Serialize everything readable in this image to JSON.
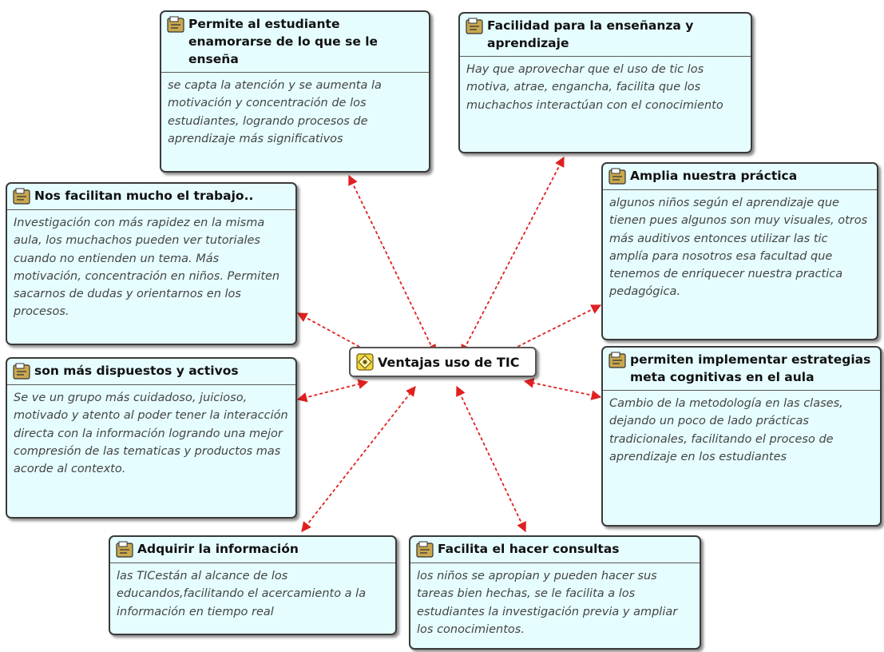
{
  "center": {
    "label": "Ventajas uso de TIC",
    "icon": "network-icon"
  },
  "nodes": [
    {
      "id": "enamorarse",
      "icon": "quotation-icon",
      "title": "Permite al estudiante enamorarse de lo que se le enseña",
      "body": "se capta la atención y se aumenta la motivación y concentración de los estudiantes, logrando procesos de aprendizaje más significativos"
    },
    {
      "id": "facilidad",
      "icon": "quotation-icon",
      "title": "Facilidad para la enseñanza y aprendizaje",
      "body": "Hay que aprovechar que el uso de tic los motiva, atrae, engancha, facilita que los muchachos interactúan con el conocimiento"
    },
    {
      "id": "trabajo",
      "icon": "quotation-icon",
      "title": "Nos facilitan mucho el trabajo..",
      "body": "Investigación con más rapidez en la misma aula, los muchachos pueden ver tutoriales cuando no entienden un tema. Más motivación, concentración en niños. Permiten sacarnos de dudas y orientarnos en los procesos."
    },
    {
      "id": "practica",
      "icon": "quotation-icon",
      "title": "Amplia nuestra práctica",
      "body": "algunos niños según el aprendizaje que tienen pues algunos son muy visuales, otros más auditivos entonces utilizar las tic amplía para nosotros esa facultad que tenemos de enriquecer nuestra practica pedagógica."
    },
    {
      "id": "dispuestos",
      "icon": "quotation-icon",
      "title": "son más dispuestos  y activos",
      "body": "Se ve un grupo más cuidadoso, juicioso, motivado y atento al poder tener la interacción directa con la información logrando una mejor compresión de las tematicas y productos mas acorde al contexto."
    },
    {
      "id": "metacognitivas",
      "icon": "quotation-icon",
      "title": "permiten implementar estrategias meta cognitivas en el aula",
      "body": "Cambio de la metodología en las clases, dejando un poco de lado prácticas tradicionales, facilitando el proceso de aprendizaje en los estudiantes"
    },
    {
      "id": "informacion",
      "icon": "quotation-icon",
      "title": "Adquirir la información",
      "body": "las TICestán al alcance de los educandos,facilitando el acercamiento a la información en tiempo real"
    },
    {
      "id": "consultas",
      "icon": "quotation-icon",
      "title": "Facilita el hacer consultas",
      "body": "los niños se apropian y pueden hacer sus tareas bien hechas, se le facilita a los estudiantes la investigación previa y ampliar los conocimientos."
    }
  ],
  "connector_style": {
    "color": "#e02020",
    "pattern": "dashed",
    "arrows": "both-ends"
  }
}
